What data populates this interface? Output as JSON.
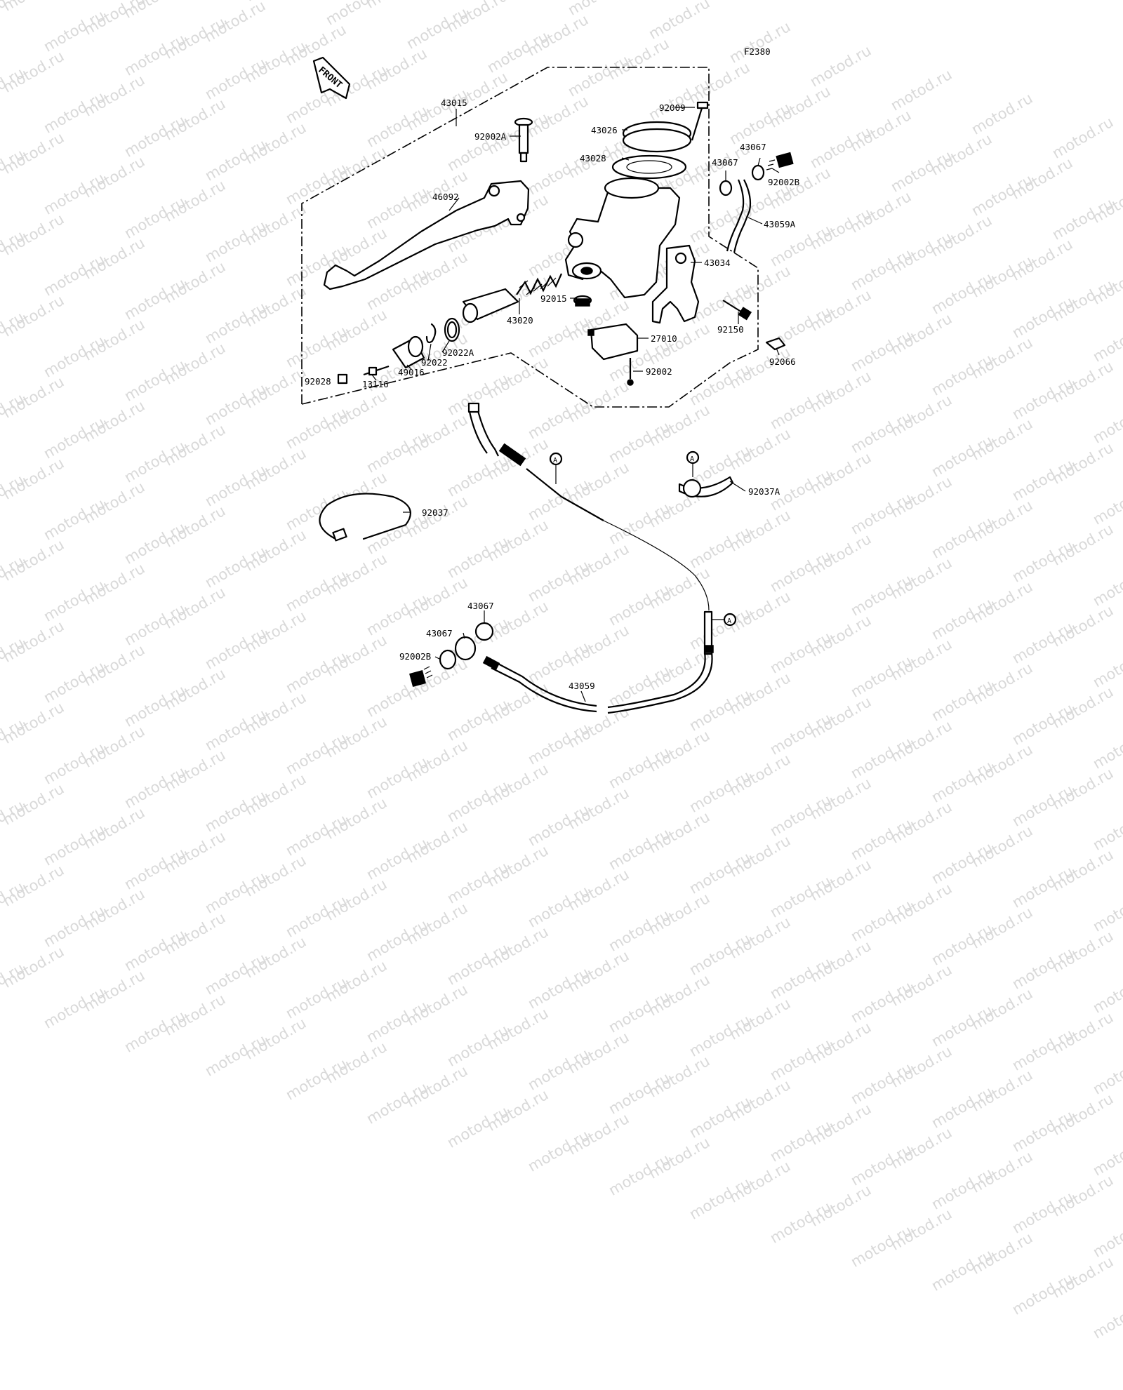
{
  "figure_code": "F2380",
  "front_label": "FRONT",
  "watermark": "motod.ru",
  "ref_marker": "A",
  "parts": {
    "p43015": "43015",
    "p92002A": "92002A",
    "p92009": "92009",
    "p43026": "43026",
    "p43028": "43028",
    "p43067_top": "43067",
    "p43067_mid": "43067",
    "p92002B": "92002B",
    "p43059A": "43059A",
    "p46092": "46092",
    "p43034": "43034",
    "p92015": "92015",
    "p43020": "43020",
    "p92150": "92150",
    "p27010": "27010",
    "p92066": "92066",
    "p92022A": "92022A",
    "p92022": "92022",
    "p92028": "92028",
    "p49016": "49016",
    "p13116": "13116",
    "p92002": "92002",
    "p92037": "92037",
    "p92037A": "92037A",
    "p43067_low1": "43067",
    "p43067_low2": "43067",
    "p92002B_low": "92002B",
    "p43059": "43059"
  }
}
